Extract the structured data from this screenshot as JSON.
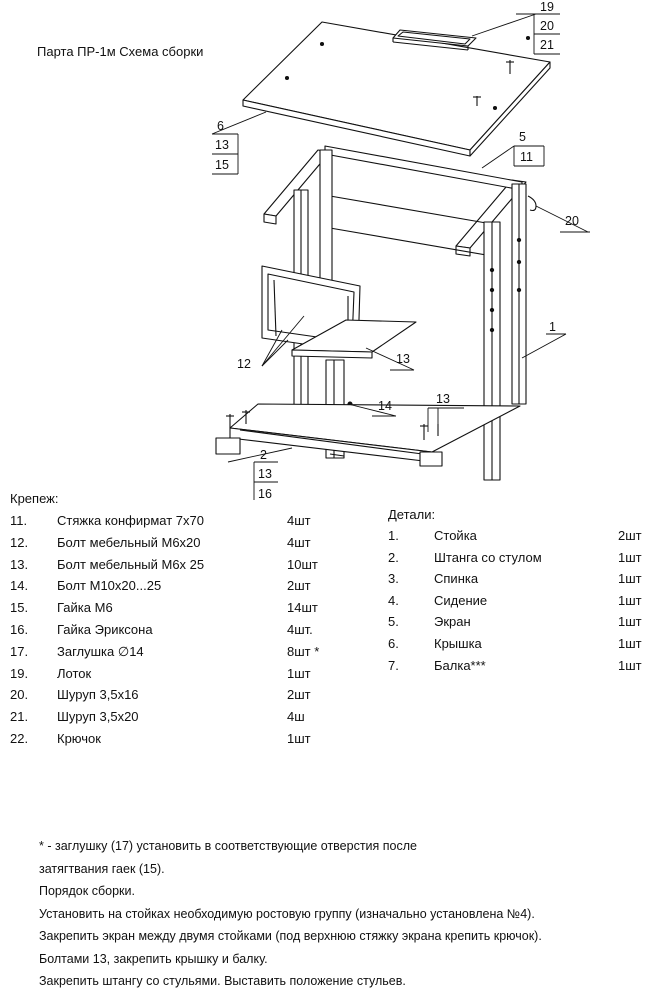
{
  "title": "Парта  ПР-1м  Схема сборки",
  "callouts": {
    "handle": [
      "19",
      "20",
      "21"
    ],
    "lid": [
      "6",
      "13",
      "15"
    ],
    "screen": [
      "5",
      "11"
    ],
    "hook": "20",
    "post": "1",
    "seat_bolts": "12",
    "seat_bolt_13": "13",
    "column": "14",
    "base_bolts": "13",
    "bar": [
      "2",
      "13",
      "16"
    ]
  },
  "fasteners": {
    "heading": "Крепеж:",
    "items": [
      {
        "num": "11.",
        "name": "Стяжка конфирмат 7х70",
        "qty": "4шт"
      },
      {
        "num": "12.",
        "name": "Болт мебельный М6х20",
        "qty": "4шт"
      },
      {
        "num": "13.",
        "name": "Болт мебельный М6х 25",
        "qty": "10шт"
      },
      {
        "num": "14.",
        "name": "Болт М10х20...25",
        "qty": "2шт"
      },
      {
        "num": "15.",
        "name": "Гайка М6",
        "qty": "14шт"
      },
      {
        "num": "16.",
        "name": "Гайка Эриксона",
        "qty": "4шт."
      },
      {
        "num": "17.",
        "name": "Заглушка ∅14",
        "qty": "8шт *"
      },
      {
        "num": "19.",
        "name": "Лоток",
        "qty": "1шт"
      },
      {
        "num": "20.",
        "name": "Шуруп 3,5х16",
        "qty": "2шт"
      },
      {
        "num": "21.",
        "name": "Шуруп 3,5х20",
        "qty": "4ш"
      },
      {
        "num": "22.",
        "name": "Крючок",
        "qty": "1шт"
      }
    ]
  },
  "details": {
    "heading": "Детали:",
    "items": [
      {
        "num": "1.",
        "name": "Стойка",
        "qty": "2шт"
      },
      {
        "num": "2.",
        "name": "Штанга со стулом",
        "qty": "1шт"
      },
      {
        "num": "3.",
        "name": "Спинка",
        "qty": "1шт"
      },
      {
        "num": "4.",
        "name": "Сидение",
        "qty": "1шт"
      },
      {
        "num": "5.",
        "name": "Экран",
        "qty": "1шт"
      },
      {
        "num": "6.",
        "name": "Крышка",
        "qty": "1шт"
      },
      {
        "num": "7.",
        "name": "Балка***",
        "qty": "1шт"
      }
    ]
  },
  "notes": [
    "* - заглушку (17) установить в соответствующие отверстия после",
    "затягтвания гаек (15).",
    "Порядок сборки.",
    "Установить на стойках необходимую ростовую группу (изначально установлена №4).",
    "Закрепить экран между двумя стойками (под верхнюю стяжку экрана крепить крючок).",
    "Болтами 13, закрепить крышку и балку.",
    "Закрепить штангу со стульями. Выставить положение стульев."
  ]
}
